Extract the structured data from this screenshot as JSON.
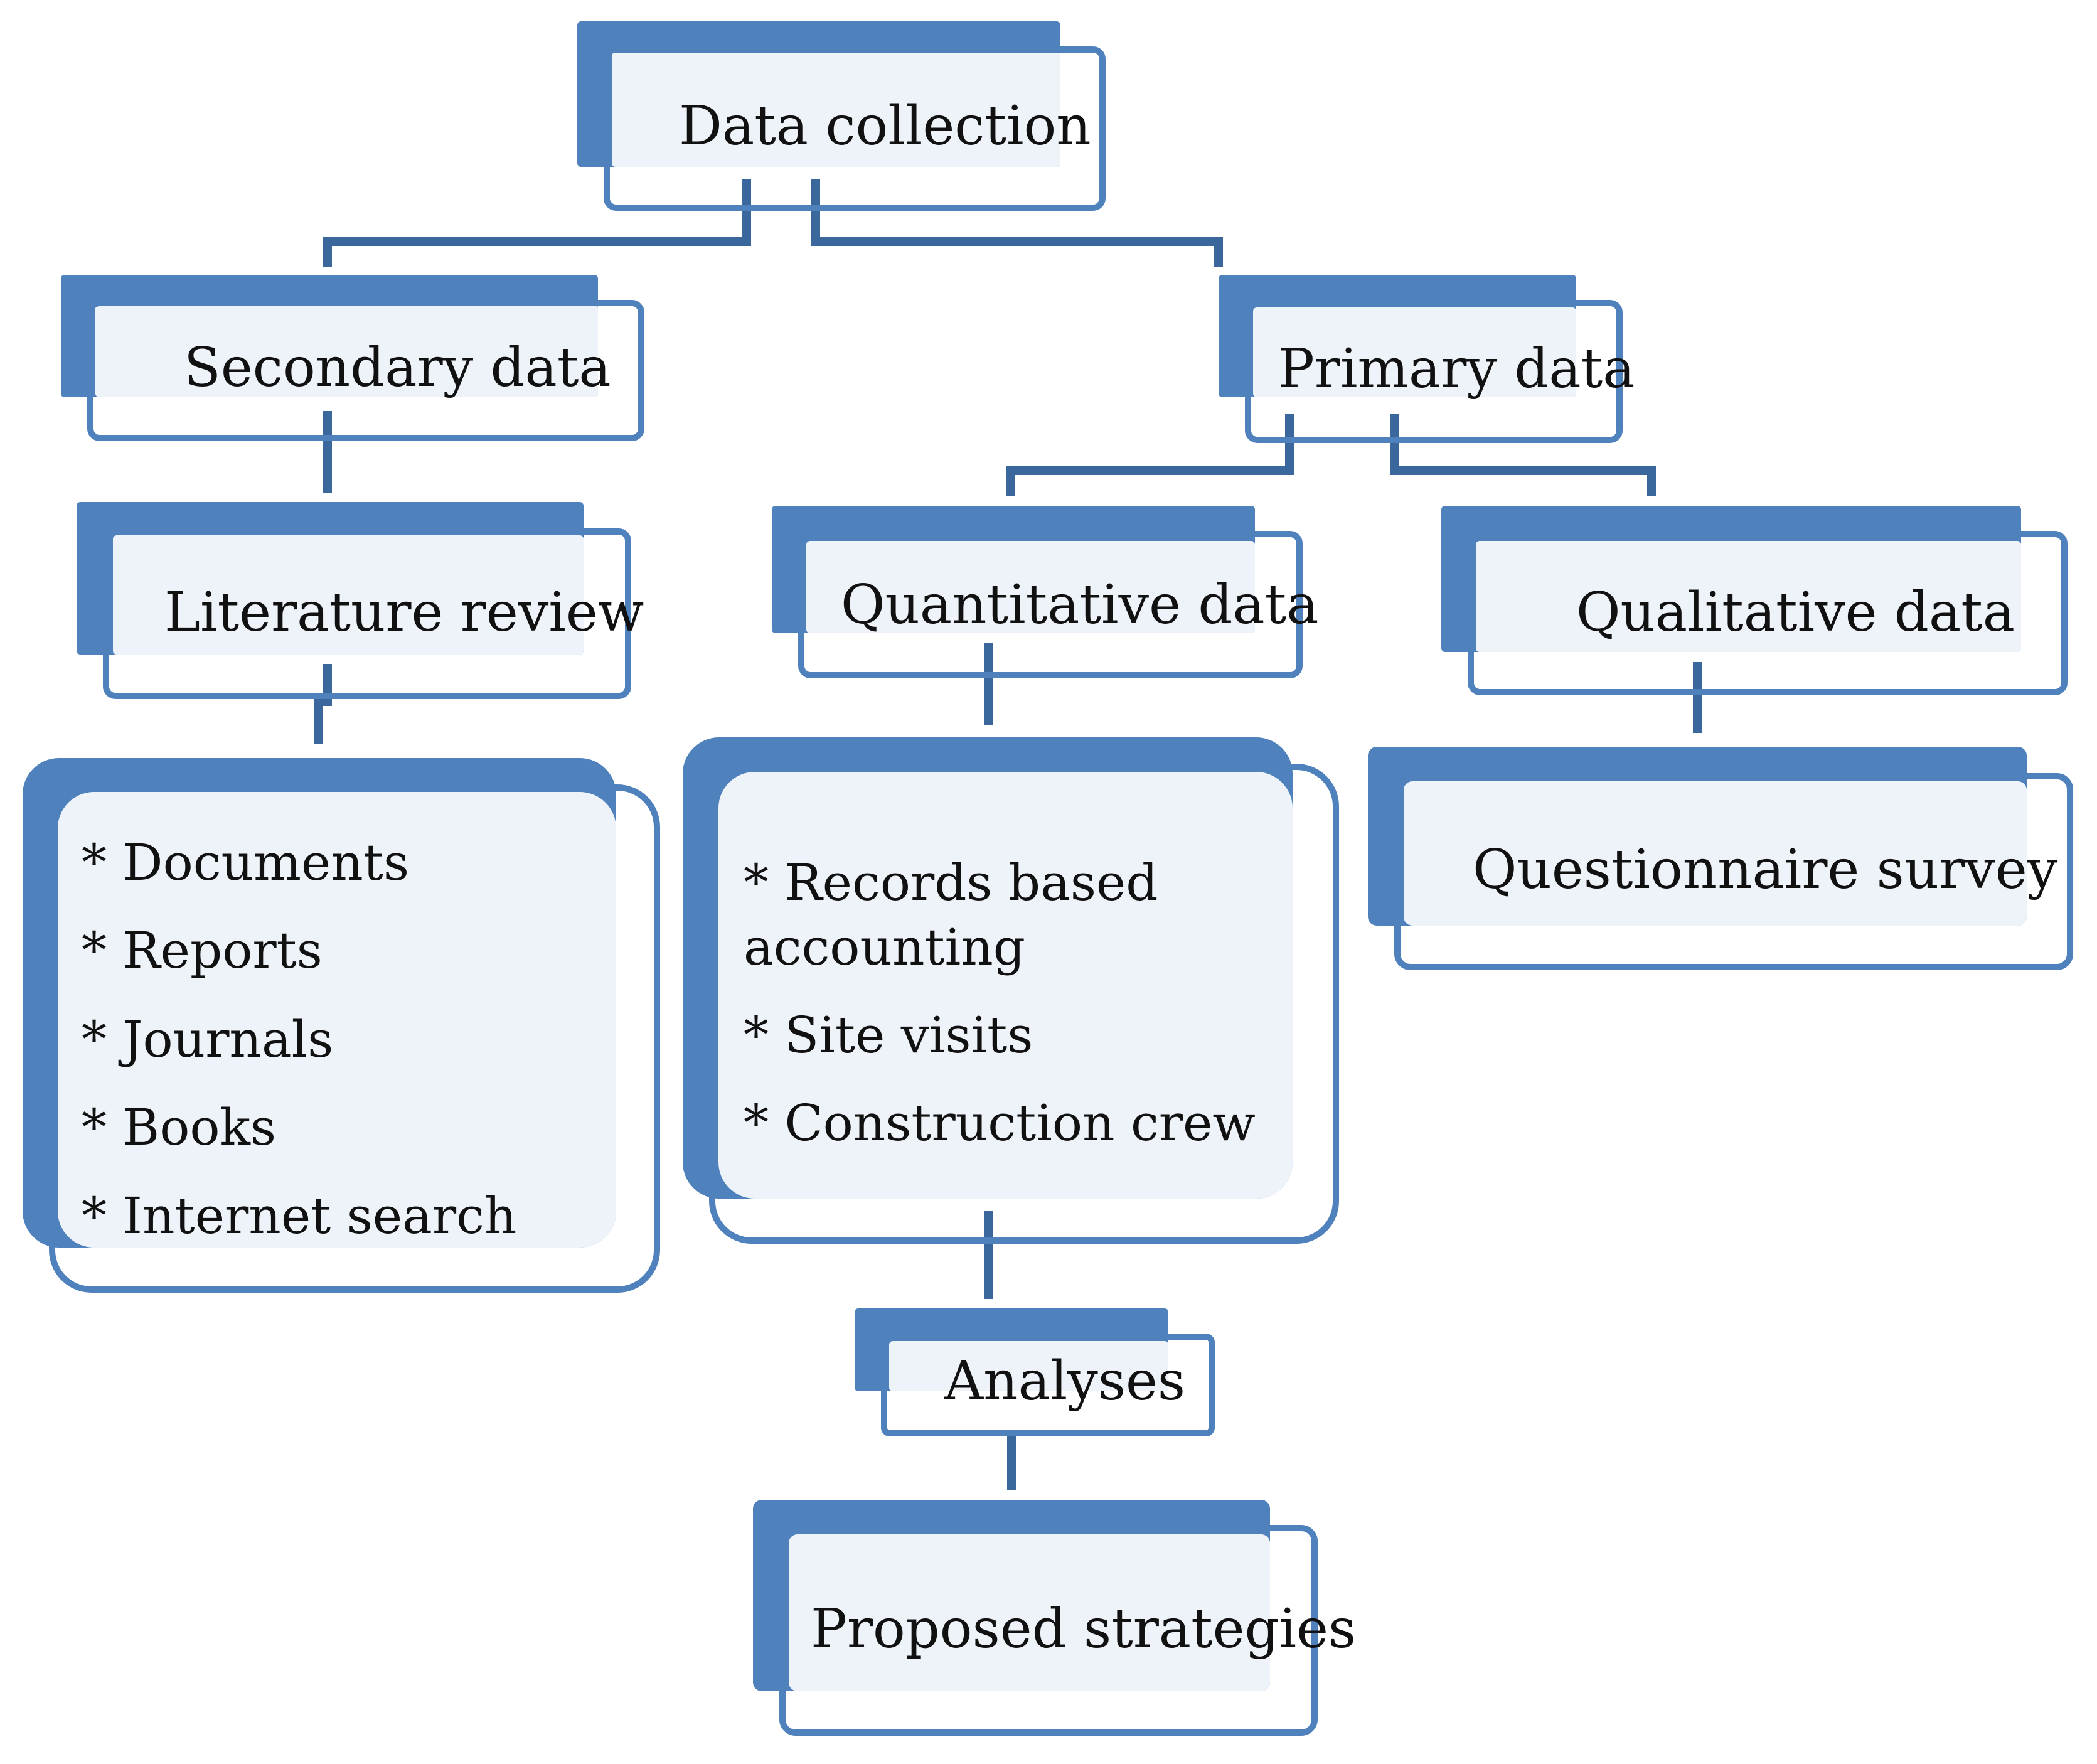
{
  "diagram": {
    "root": "Data collection",
    "secondary": {
      "title": "Secondary data",
      "method": "Literature review",
      "sources": [
        "* Documents",
        "* Reports",
        "* Journals",
        "* Books",
        "* Internet search"
      ]
    },
    "primary": {
      "title": "Primary data",
      "quantitative": {
        "title": "Quantitative data",
        "items": [
          "* Records based",
          "accounting",
          "* Site visits",
          "* Construction crew"
        ]
      },
      "qualitative": {
        "title": "Qualitative data",
        "method": "Questionnaire survey"
      }
    },
    "analyses": "Analyses",
    "outcome": "Proposed strategies"
  },
  "colors": {
    "accent": "#4f81bd",
    "fill": "#eef3fa",
    "connector": "#3a679c"
  }
}
